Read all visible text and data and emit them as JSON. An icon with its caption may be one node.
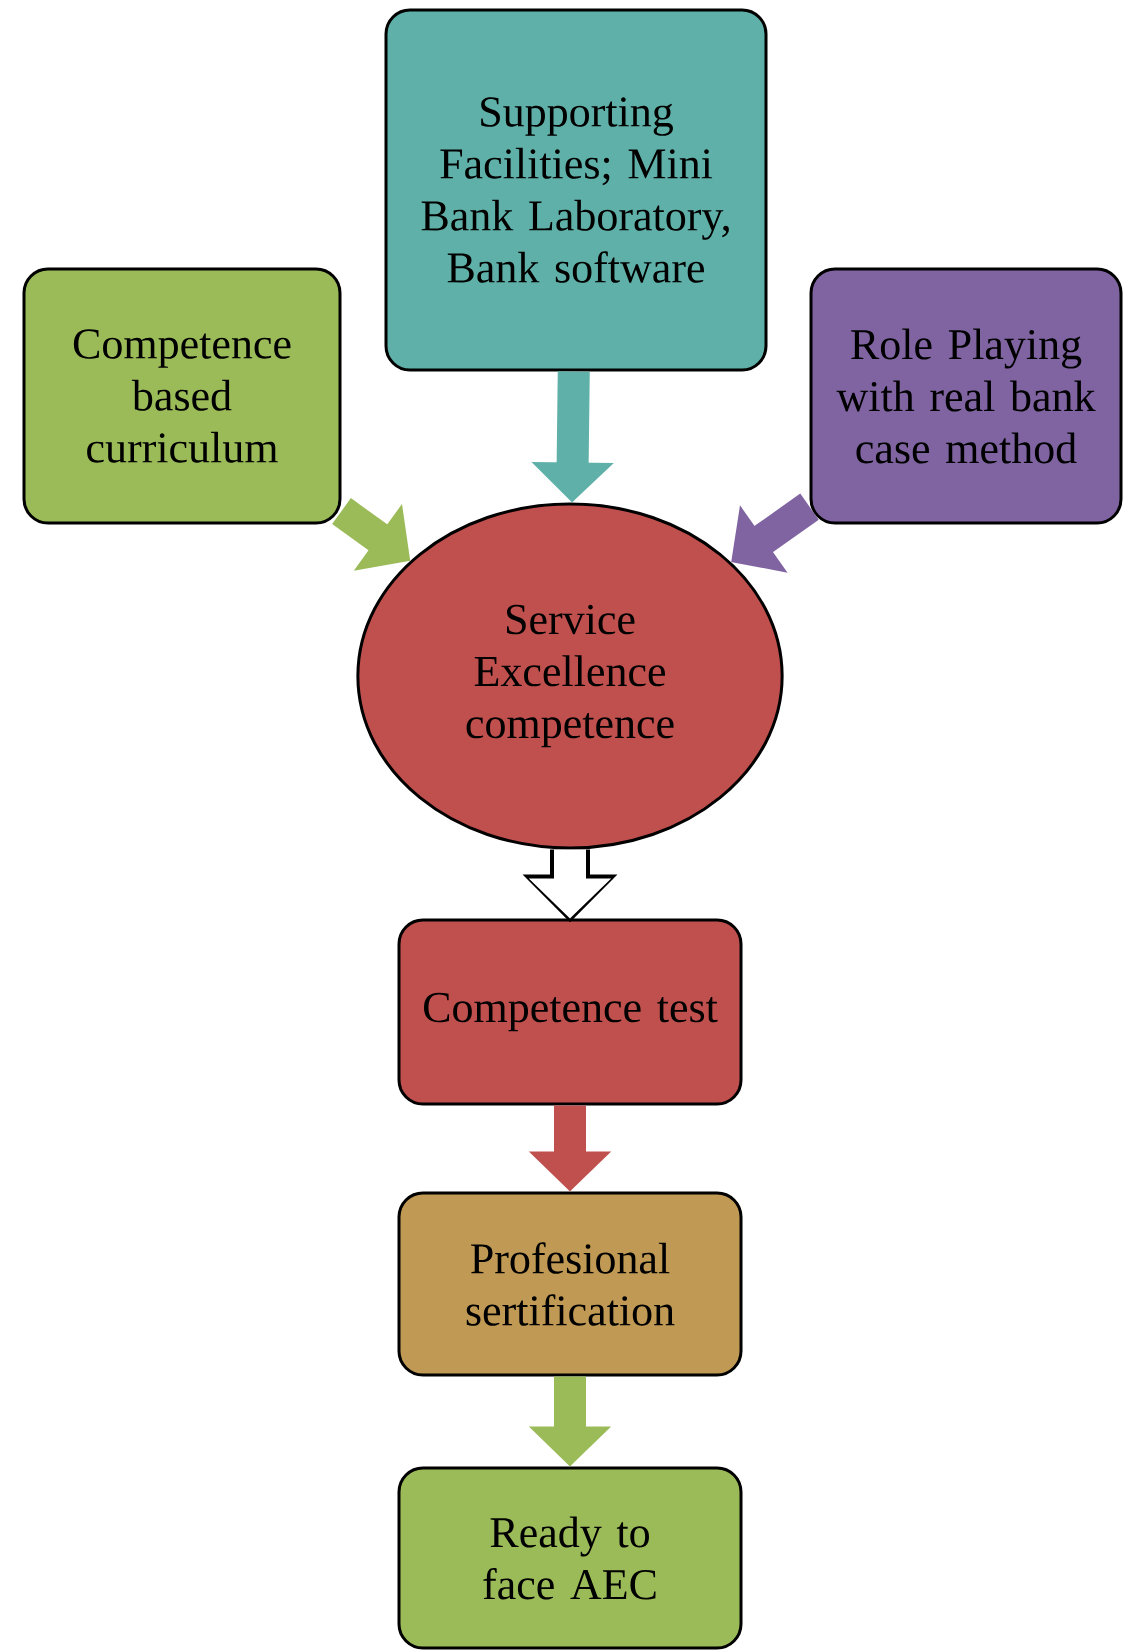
{
  "diagram": {
    "nodes": [
      {
        "text": [
          "Competence based curriculum"
        ]
      },
      {
        "text": [
          "Supporting Facilities; Mini Bank Laboratory, Bank software"
        ]
      },
      {
        "text": [
          "Role Playing with real bank case method"
        ]
      },
      {
        "text": [
          "Service Excellence competence"
        ]
      },
      {
        "text": [
          "Competence test"
        ]
      },
      {
        "text": [
          "Profesional sertification"
        ]
      },
      {
        "text": [
          "Ready to face AEC"
        ]
      }
    ],
    "edges": [
      {
        "from": 0,
        "to": 3,
        "arrow": "to",
        "color": "#9bbb59"
      },
      {
        "from": 1,
        "to": 3,
        "arrow": "to",
        "color": "#5fb0a8"
      },
      {
        "from": 2,
        "to": 3,
        "arrow": "to",
        "color": "#8064a2"
      },
      {
        "from": 3,
        "to": 4,
        "arrow": "to",
        "color": "#ffffff"
      },
      {
        "from": 4,
        "to": 5,
        "arrow": "to",
        "color": "#c0504d"
      },
      {
        "from": 5,
        "to": 6,
        "arrow": "to",
        "color": "#9bbb59"
      }
    ]
  }
}
